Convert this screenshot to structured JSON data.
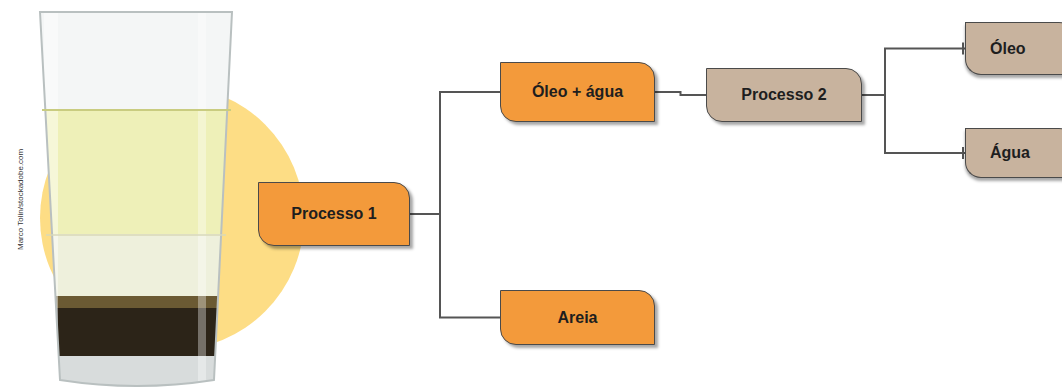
{
  "diagram": {
    "nodes": [
      {
        "text": [
          "Processo 1"
        ]
      },
      {
        "text": [
          "Óleo + água"
        ]
      },
      {
        "text": [
          "Processo 2"
        ]
      },
      {
        "text": [
          "Óleo"
        ]
      },
      {
        "text": [
          "Água"
        ]
      },
      {
        "text": [
          "Areia"
        ]
      }
    ],
    "edges": [
      {
        "from": 0,
        "to": 1,
        "arrow": "none"
      },
      {
        "from": 0,
        "to": 5,
        "arrow": "none"
      },
      {
        "from": 1,
        "to": 2,
        "arrow": "none"
      },
      {
        "from": 2,
        "to": 3,
        "arrow": "none"
      },
      {
        "from": 2,
        "to": 4,
        "arrow": "none"
      }
    ],
    "labels": [
      "Marco Tolin/stockadobe.com"
    ]
  }
}
